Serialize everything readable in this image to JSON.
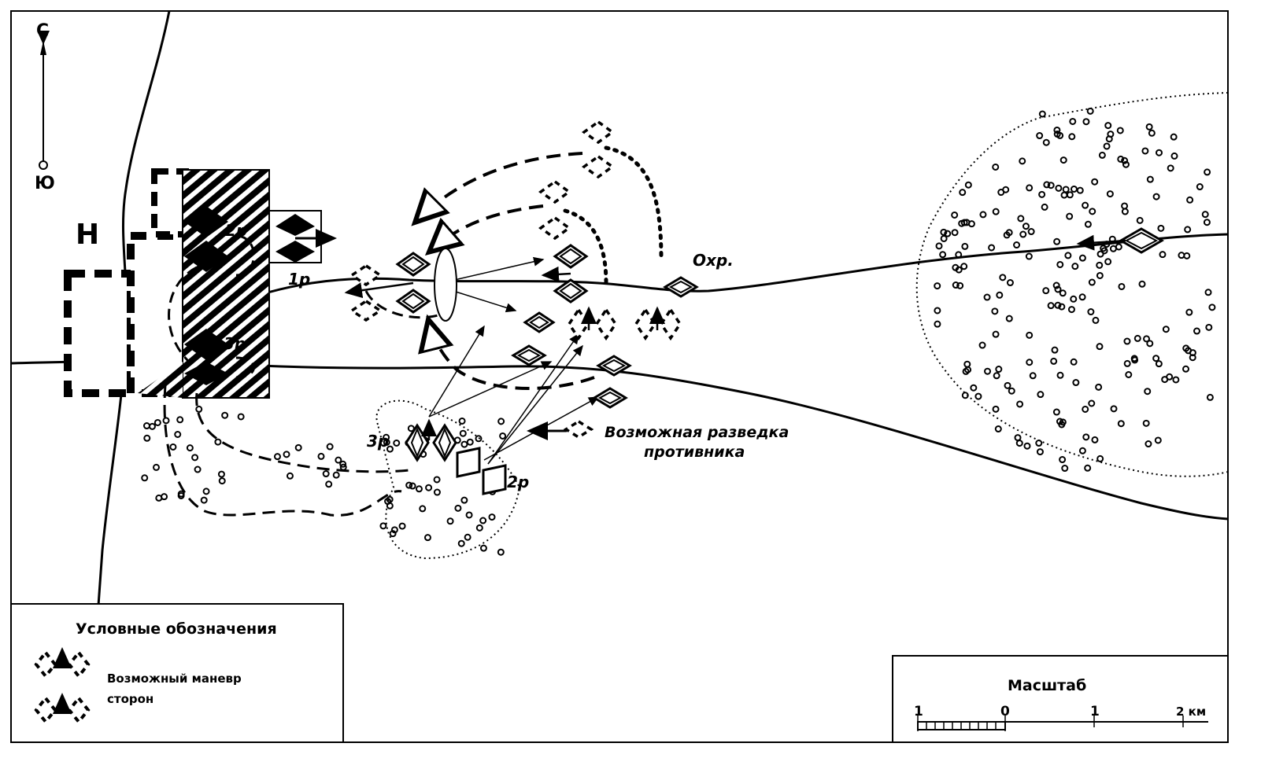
{
  "map": {
    "compass": {
      "north": "С",
      "south": "Ю"
    },
    "settlement_label": "Н",
    "unit_labels": {
      "company_2_town": "2р",
      "company_1": "1р",
      "company_3_town": "3р",
      "guard": "Охр.",
      "company_3_grove": "3р",
      "company_2_grove": "2р"
    },
    "annotation": {
      "line1": "Возможная разведка",
      "line2": "противника"
    }
  },
  "legend": {
    "title": "Условные обозначения",
    "items": [
      {
        "label_line1": "Возможный маневр",
        "label_line2": "сторон",
        "icon": "dashed-unit-symbols-icon"
      }
    ]
  },
  "scale": {
    "title": "Масштаб",
    "ticks": [
      "1",
      "0",
      "1",
      "2 км"
    ]
  },
  "colors": {
    "ink": "#000000",
    "paper": "#ffffff"
  }
}
